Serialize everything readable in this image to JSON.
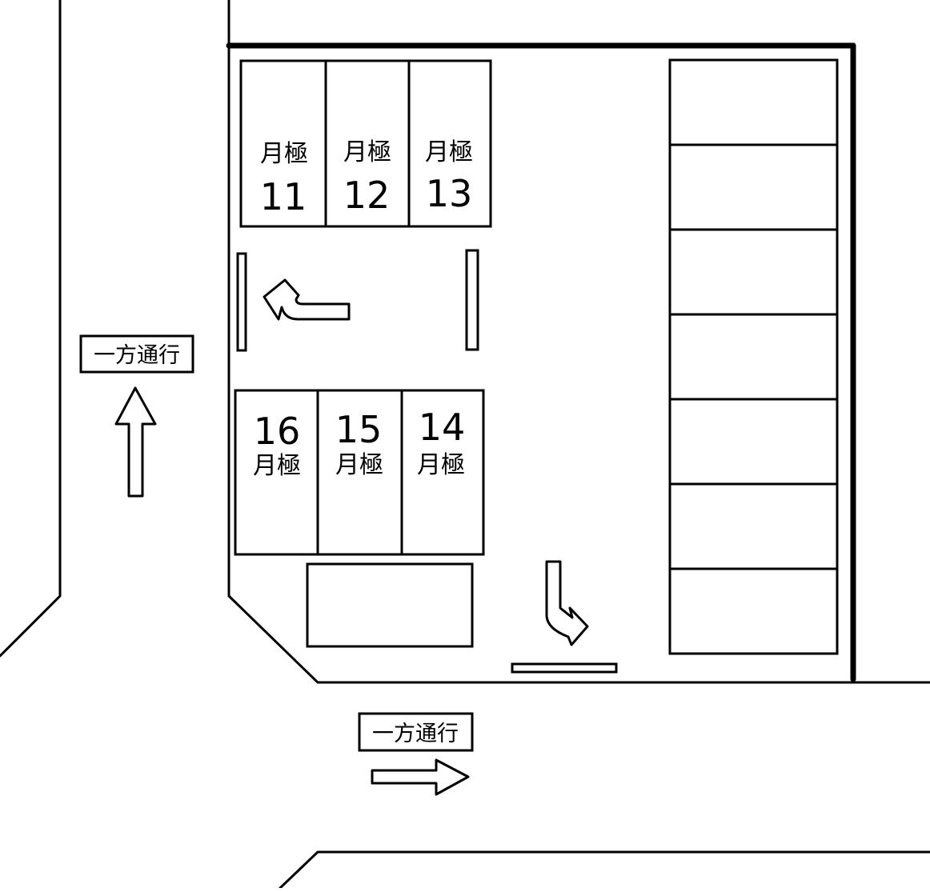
{
  "colors": {
    "ink": "#000000",
    "paper": "#ffffff"
  },
  "spaces": {
    "top_row": [
      {
        "number": "11",
        "type": "月極"
      },
      {
        "number": "12",
        "type": "月極"
      },
      {
        "number": "13",
        "type": "月極"
      }
    ],
    "bottom_row": [
      {
        "number": "16",
        "type": "月極"
      },
      {
        "number": "15",
        "type": "月極"
      },
      {
        "number": "14",
        "type": "月極"
      }
    ]
  },
  "signs": {
    "west_street": "一方通行",
    "south_street": "一方通行"
  },
  "icons": {
    "west_street_arrow": "arrow-up-icon",
    "south_street_arrow": "arrow-right-icon",
    "lot_entry_arrow": "arrow-down-turn-right-icon",
    "lot_exit_arrow": "arrow-left-turn-up-icon"
  },
  "right_column_space_count": 7
}
